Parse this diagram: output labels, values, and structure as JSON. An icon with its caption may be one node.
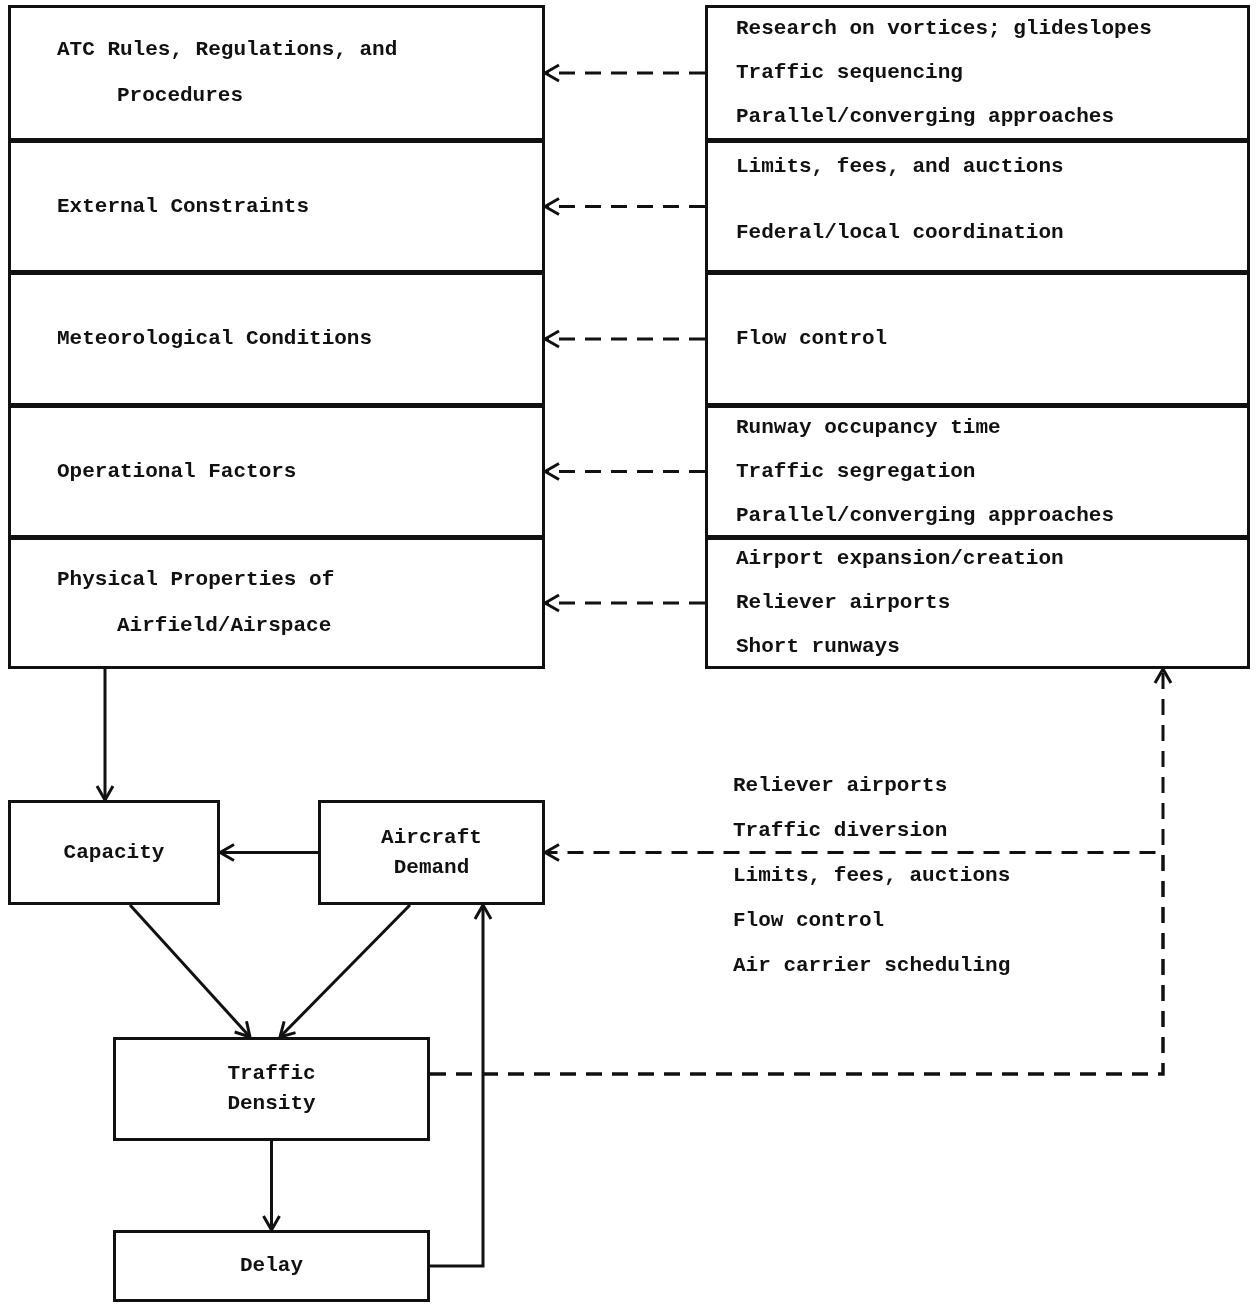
{
  "diagram": {
    "nodes": [
      {
        "text": [
          "ATC Rules, Regulations, and Procedures"
        ]
      },
      {
        "text": [
          "External Constraints"
        ]
      },
      {
        "text": [
          "Meteorological Conditions"
        ]
      },
      {
        "text": [
          "Operational Factors"
        ]
      },
      {
        "text": [
          "Physical Properties of Airfield/Airspace"
        ]
      },
      {
        "text": [
          "Research on vortices; glideslopes",
          "Traffic sequencing",
          "Parallel/converging approaches"
        ]
      },
      {
        "text": [
          "Limits, fees, and auctions",
          "Federal/local coordination"
        ]
      },
      {
        "text": [
          "Flow control"
        ]
      },
      {
        "text": [
          "Runway occupancy time",
          "Traffic segregation",
          "Parallel/converging approaches"
        ]
      },
      {
        "text": [
          "Airport expansion/creation",
          "Reliever airports",
          "Short runways"
        ]
      },
      {
        "text": [
          "Capacity"
        ]
      },
      {
        "text": [
          "Aircraft Demand"
        ]
      },
      {
        "text": [
          "Traffic Density"
        ]
      },
      {
        "text": [
          "Delay"
        ]
      }
    ],
    "edges": [
      {
        "from": 5,
        "to": 0,
        "arrow": "to",
        "style": "dashed"
      },
      {
        "from": 6,
        "to": 1,
        "arrow": "to",
        "style": "dashed"
      },
      {
        "from": 7,
        "to": 2,
        "arrow": "to",
        "style": "dashed"
      },
      {
        "from": 8,
        "to": 3,
        "arrow": "to",
        "style": "dashed"
      },
      {
        "from": 9,
        "to": 4,
        "arrow": "to",
        "style": "dashed"
      },
      {
        "from": 4,
        "to": 10,
        "arrow": "to"
      },
      {
        "from": 11,
        "to": 10,
        "arrow": "to"
      },
      {
        "from": 10,
        "to": 12,
        "arrow": "to"
      },
      {
        "from": 11,
        "to": 12,
        "arrow": "to"
      },
      {
        "from": 12,
        "to": 13,
        "arrow": "to"
      },
      {
        "from": 13,
        "to": 11,
        "arrow": "to"
      },
      {
        "from": 12,
        "to": 9,
        "arrow": "to",
        "style": "dashed"
      },
      {
        "from": 12,
        "to": 11,
        "arrow": "to",
        "style": "dashed"
      }
    ],
    "labels": [
      "Reliever airports",
      "Traffic diversion",
      "Limits, fees, auctions",
      "Flow control",
      "Air carrier scheduling"
    ]
  }
}
